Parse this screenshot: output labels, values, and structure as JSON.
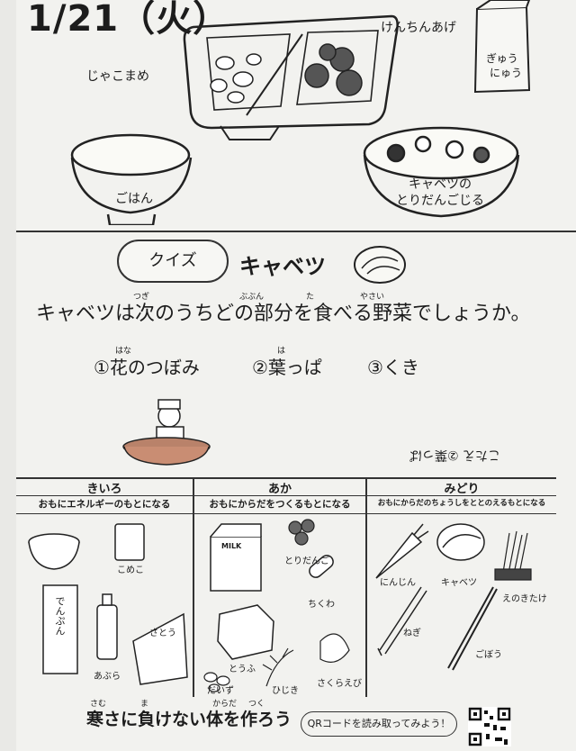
{
  "header": {
    "date": "1/21（火）"
  },
  "menu": {
    "items": [
      "じゃこまめ",
      "けんちんあげ",
      "ぎゅうにゅう",
      "ごはん",
      "キャベツのとりだんごじる"
    ],
    "milk_line1": "ぎゅう",
    "milk_line2": "にゅう",
    "soup_line1": "キャベツの",
    "soup_line2": "とりだんごじる"
  },
  "quiz": {
    "bubble": "クイズ",
    "title": "キャベツ",
    "question": "キャベツは次のうちどの部分を食べる野菜でしょうか。",
    "ruby": {
      "tsugi": "つぎ",
      "bubun": "ぶぶん",
      "ta": "た",
      "yasai": "やさい",
      "hana": "はな",
      "ha": "は"
    },
    "choices": [
      "①花のつぼみ",
      "②葉っぱ",
      "③くき"
    ],
    "answer": "こたえ ②葉っぱ"
  },
  "groups": [
    {
      "name": "きいろ",
      "desc": "おもにエネルギーのもとになる",
      "items": [
        "こめこ",
        "でんぷん",
        "あぶら",
        "さとう"
      ]
    },
    {
      "name": "あか",
      "desc": "おもにからだをつくるもとになる",
      "items": [
        "MILK",
        "とりだんご",
        "ちくわ",
        "とうふ",
        "だいず",
        "ひじき",
        "さくらえび"
      ]
    },
    {
      "name": "みどり",
      "desc": "おもにからだのちょうしをととのえるもとになる",
      "items": [
        "にんじん",
        "キャベツ",
        "えのきたけ",
        "ねぎ",
        "ごぼう"
      ]
    }
  ],
  "footer": {
    "slogan": "寒さに負けない体を作ろう",
    "ruby": {
      "samu": "さむ",
      "ma": "ま",
      "karada": "からだ",
      "tsuku": "つく"
    },
    "qr_text": "QRコードを読み取ってみよう！"
  }
}
